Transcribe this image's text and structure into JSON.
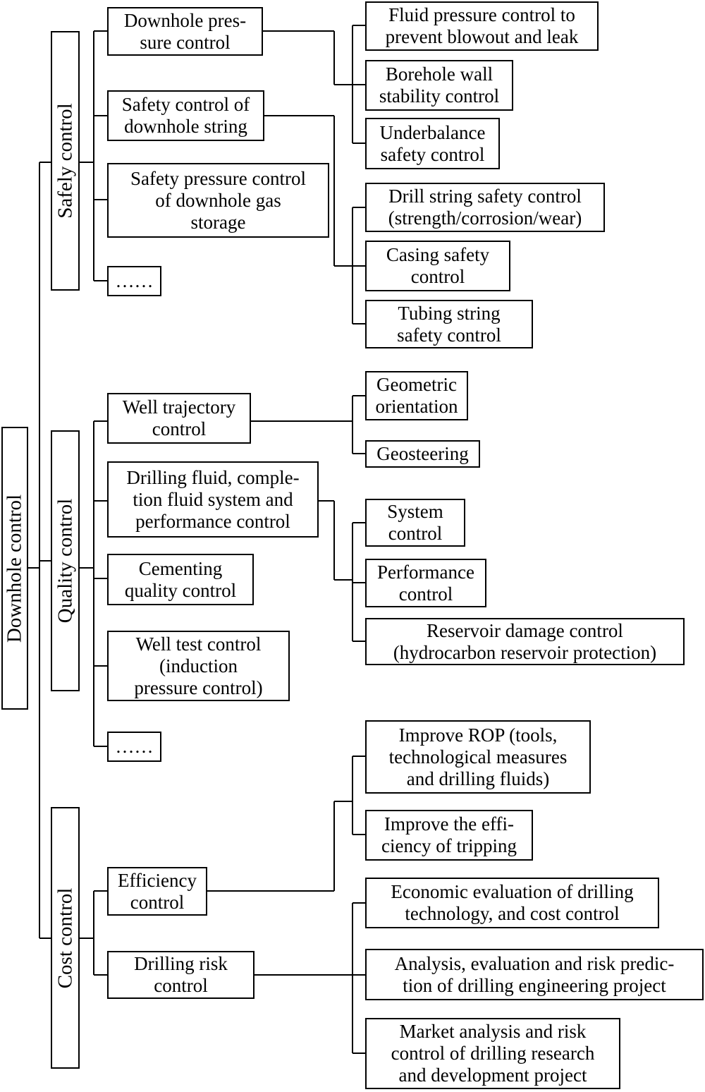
{
  "root": {
    "label": "Downhole control"
  },
  "categories": [
    {
      "label": "Safely control"
    },
    {
      "label": "Quality control"
    },
    {
      "label": "Cost control"
    }
  ],
  "safety": {
    "items": [
      "Downhole pres-\nsure control",
      "Safety control of\ndownhole string",
      "Safety pressure control\nof downhole gas\nstorage",
      "……"
    ],
    "pressure_children": [
      "Fluid pressure control to\nprevent blowout and leak",
      "Borehole wall\nstability control",
      "Underbalance\nsafety control"
    ],
    "string_children": [
      "Drill string safety control\n(strength/corrosion/wear)",
      "Casing safety\ncontrol",
      "Tubing string\nsafety control"
    ]
  },
  "quality": {
    "items": [
      "Well trajectory\ncontrol",
      "Drilling fluid, comple-\ntion fluid system and\nperformance control",
      "Cementing\nquality control",
      "Well test control\n(induction\npressure control)",
      "……"
    ],
    "trajectory_children": [
      "Geometric\norientation",
      "Geosteering"
    ],
    "fluid_children": [
      "System\ncontrol",
      "Performance\ncontrol",
      "Reservoir damage control\n(hydrocarbon reservoir protection)"
    ]
  },
  "cost": {
    "items": [
      "Efficiency\ncontrol",
      "Drilling risk\ncontrol"
    ],
    "efficiency_children": [
      "Improve ROP (tools,\ntechnological measures\nand drilling fluids)",
      "Improve the effi-\nciency of tripping"
    ],
    "risk_children": [
      "Economic evaluation of drilling\ntechnology, and cost control",
      "Analysis, evaluation and risk predic-\ntion of drilling engineering project",
      "Market analysis and risk\ncontrol of drilling research\nand development project"
    ]
  }
}
